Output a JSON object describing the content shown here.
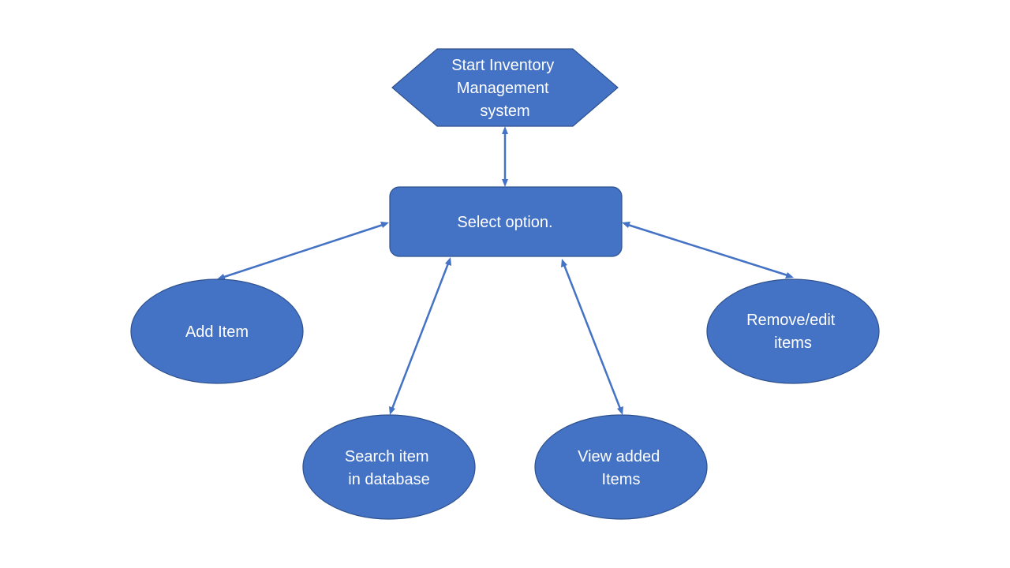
{
  "diagram": {
    "colors": {
      "node_fill": "#4472C4",
      "node_border": "#2F528F",
      "node_text": "#FFFFFF",
      "connector": "#4472C4",
      "background": "#FFFFFF"
    },
    "nodes": {
      "start": {
        "shape": "hexagon",
        "lines": [
          "Start Inventory",
          "Management",
          "system"
        ]
      },
      "select": {
        "shape": "rounded-rectangle",
        "lines": [
          "Select option."
        ]
      },
      "add": {
        "shape": "ellipse",
        "lines": [
          "Add Item"
        ]
      },
      "search": {
        "shape": "ellipse",
        "lines": [
          "Search item",
          "in database"
        ]
      },
      "view": {
        "shape": "ellipse",
        "lines": [
          "View added",
          "Items"
        ]
      },
      "remove": {
        "shape": "ellipse",
        "lines": [
          "Remove/edit",
          "items"
        ]
      }
    },
    "edges": [
      {
        "from": "start",
        "to": "select",
        "direction": "both"
      },
      {
        "from": "select",
        "to": "add",
        "direction": "both"
      },
      {
        "from": "select",
        "to": "search",
        "direction": "both"
      },
      {
        "from": "select",
        "to": "view",
        "direction": "both"
      },
      {
        "from": "select",
        "to": "remove",
        "direction": "both"
      }
    ]
  }
}
